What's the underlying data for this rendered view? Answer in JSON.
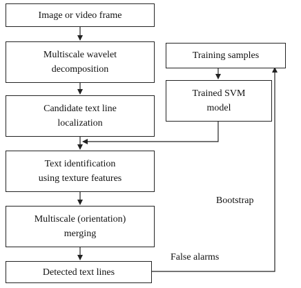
{
  "boxes": {
    "image_frame": [
      "Image or video frame"
    ],
    "wavelet": [
      "Multiscale wavelet",
      "decomposition"
    ],
    "candidate": [
      "Candidate text line",
      "localization"
    ],
    "identification": [
      "Text identification",
      "using texture features"
    ],
    "merging": [
      "Multiscale (orientation)",
      "merging"
    ],
    "detected": [
      "Detected text lines"
    ],
    "training": [
      "Training samples"
    ],
    "svm": [
      "Trained SVM",
      "model"
    ]
  },
  "labels": {
    "bootstrap": "Bootstrap",
    "false_alarms": "False alarms"
  },
  "colors": {
    "line": "#222222",
    "text": "#111111"
  }
}
